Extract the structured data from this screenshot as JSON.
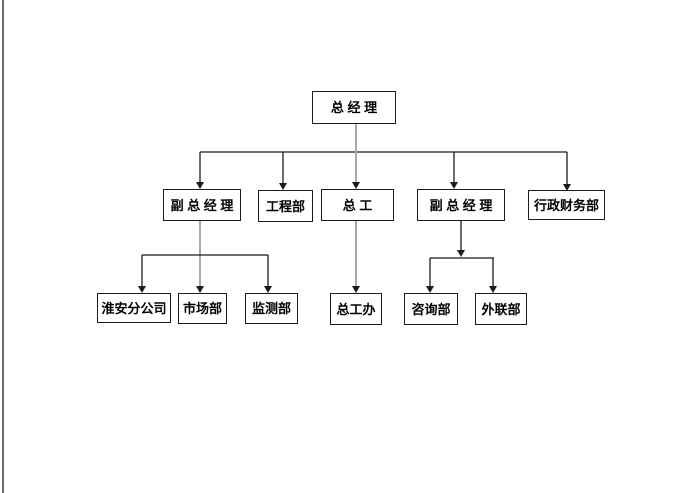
{
  "page": {
    "background_color": "#ffffff",
    "left_edge_color": "#6a6a6a"
  },
  "diagram": {
    "type": "org-chart",
    "line_color": "#1b1b1b",
    "passthrough_line_color": "#a8a8a8",
    "box_border_color": "#1b1b1b",
    "box_fill_color": "#ffffff",
    "text_color": "#000000",
    "nodes": [
      {
        "id": "general-manager",
        "label": "总 经 理",
        "level": 1
      },
      {
        "id": "deputy-general-manager-1",
        "label": "副 总 经 理",
        "level": 2
      },
      {
        "id": "engineering-dept",
        "label": "工程部",
        "level": 2
      },
      {
        "id": "chief-engineer",
        "label": "总 工",
        "level": 2
      },
      {
        "id": "deputy-general-manager-2",
        "label": "副 总 经 理",
        "level": 2
      },
      {
        "id": "admin-finance-dept",
        "label": "行政财务部",
        "level": 2
      },
      {
        "id": "huaian-branch",
        "label": "淮安分公司",
        "level": 3
      },
      {
        "id": "marketing-dept",
        "label": "市场部",
        "level": 3
      },
      {
        "id": "monitoring-dept",
        "label": "监测部",
        "level": 3
      },
      {
        "id": "chief-engineer-office",
        "label": "总工办",
        "level": 3
      },
      {
        "id": "consulting-dept",
        "label": "咨询部",
        "level": 3
      },
      {
        "id": "external-relations-dept",
        "label": "外联部",
        "level": 3
      }
    ],
    "edges": [
      {
        "from": "general-manager",
        "to": "deputy-general-manager-1"
      },
      {
        "from": "general-manager",
        "to": "engineering-dept"
      },
      {
        "from": "general-manager",
        "to": "chief-engineer"
      },
      {
        "from": "general-manager",
        "to": "deputy-general-manager-2"
      },
      {
        "from": "general-manager",
        "to": "admin-finance-dept"
      },
      {
        "from": "deputy-general-manager-1",
        "to": "huaian-branch"
      },
      {
        "from": "deputy-general-manager-1",
        "to": "marketing-dept"
      },
      {
        "from": "deputy-general-manager-1",
        "to": "monitoring-dept"
      },
      {
        "from": "chief-engineer",
        "to": "chief-engineer-office"
      },
      {
        "from": "deputy-general-manager-2",
        "to": "consulting-dept"
      },
      {
        "from": "deputy-general-manager-2",
        "to": "external-relations-dept"
      }
    ]
  }
}
